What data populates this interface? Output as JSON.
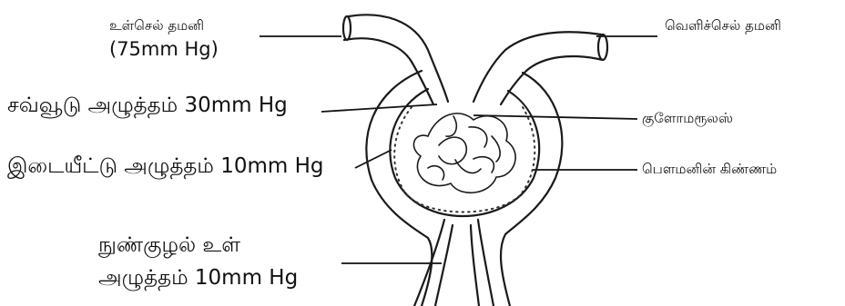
{
  "labels": {
    "afferent_arteriole": "உள்செல் தமனி",
    "afferent_pressure": "(75mm Hg)",
    "efferent_arteriole": "வெளிச்செல் தமனி",
    "osmotic_pressure": "சவ்வூடு அழுத்தம் 30mm Hg",
    "glomerulus": "குளோமரூலஸ்",
    "interstitial_pressure": "இடையீட்டு அழுத்தம் 10mm Hg",
    "bowmans_capsule": "பௌமனின் கிண்ணம்",
    "tubule_line1": "நுண்குழல் உள்",
    "tubule_line2": "அழுத்தம் 10mm Hg"
  }
}
